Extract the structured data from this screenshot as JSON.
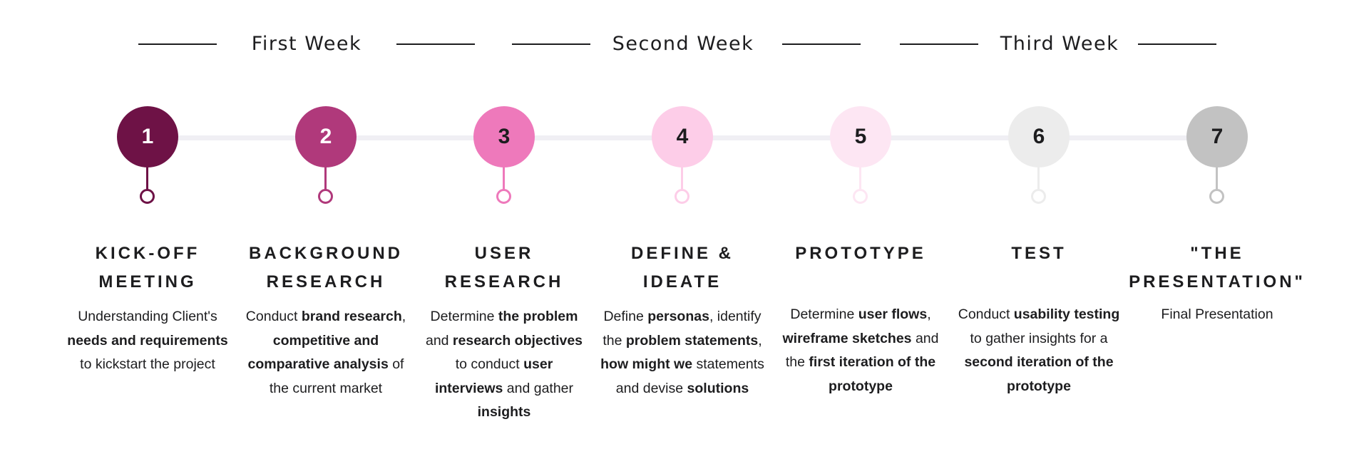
{
  "weeks": [
    {
      "label": "First Week"
    },
    {
      "label": "Second Week"
    },
    {
      "label": "Third Week"
    }
  ],
  "steps": [
    {
      "number": "1",
      "color": "#6e1246",
      "text_color": "#ffffff",
      "title": [
        "KICK-OFF",
        "MEETING"
      ],
      "description": [
        {
          "text": "Understanding Client's ",
          "bold": false
        },
        {
          "text": "needs and requirements",
          "bold": true
        },
        {
          "text": " to kickstart the project",
          "bold": false
        }
      ]
    },
    {
      "number": "2",
      "color": "#b0397b",
      "text_color": "#ffffff",
      "title": [
        "BACKGROUND",
        "RESEARCH"
      ],
      "description": [
        {
          "text": "Conduct ",
          "bold": false
        },
        {
          "text": "brand research",
          "bold": true
        },
        {
          "text": ", ",
          "bold": false
        },
        {
          "text": "competitive and comparative analysis",
          "bold": true
        },
        {
          "text": " of the current market",
          "bold": false
        }
      ]
    },
    {
      "number": "3",
      "color": "#ee79bb",
      "text_color": "#1d1d1f",
      "title": [
        "USER",
        "RESEARCH"
      ],
      "description": [
        {
          "text": "Determine ",
          "bold": false
        },
        {
          "text": "the problem",
          "bold": true
        },
        {
          "text": " and ",
          "bold": false
        },
        {
          "text": "research objectives",
          "bold": true
        },
        {
          "text": " to conduct ",
          "bold": false
        },
        {
          "text": "user interviews",
          "bold": true
        },
        {
          "text": " and gather ",
          "bold": false
        },
        {
          "text": "insights",
          "bold": true
        }
      ]
    },
    {
      "number": "4",
      "color": "#fdcde8",
      "text_color": "#1d1d1f",
      "title": [
        "DEFINE &",
        "IDEATE"
      ],
      "description": [
        {
          "text": "Define ",
          "bold": false
        },
        {
          "text": "personas",
          "bold": true
        },
        {
          "text": ", identify the ",
          "bold": false
        },
        {
          "text": "problem statements",
          "bold": true
        },
        {
          "text": ", ",
          "bold": false
        },
        {
          "text": "how might we",
          "bold": true
        },
        {
          "text": " statements and devise ",
          "bold": false
        },
        {
          "text": "solutions",
          "bold": true
        }
      ]
    },
    {
      "number": "5",
      "color": "#fde6f3",
      "text_color": "#1d1d1f",
      "title": [
        "PROTOTYPE"
      ],
      "description": [
        {
          "text": "Determine ",
          "bold": false
        },
        {
          "text": "user flows",
          "bold": true
        },
        {
          "text": ", ",
          "bold": false
        },
        {
          "text": "wireframe sketches",
          "bold": true
        },
        {
          "text": " and the ",
          "bold": false
        },
        {
          "text": "first iteration of the prototype",
          "bold": true
        }
      ]
    },
    {
      "number": "6",
      "color": "#ececec",
      "text_color": "#1d1d1f",
      "title": [
        "TEST"
      ],
      "description": [
        {
          "text": "Conduct ",
          "bold": false
        },
        {
          "text": "usability testing",
          "bold": true
        },
        {
          "text": " to gather insights for a ",
          "bold": false
        },
        {
          "text": "second iteration of the prototype",
          "bold": true
        }
      ]
    },
    {
      "number": "7",
      "color": "#c2c2c2",
      "text_color": "#1d1d1f",
      "title": [
        "\"THE",
        "PRESENTATION\""
      ],
      "description": [
        {
          "text": "Final Presentation",
          "bold": false
        }
      ]
    }
  ]
}
